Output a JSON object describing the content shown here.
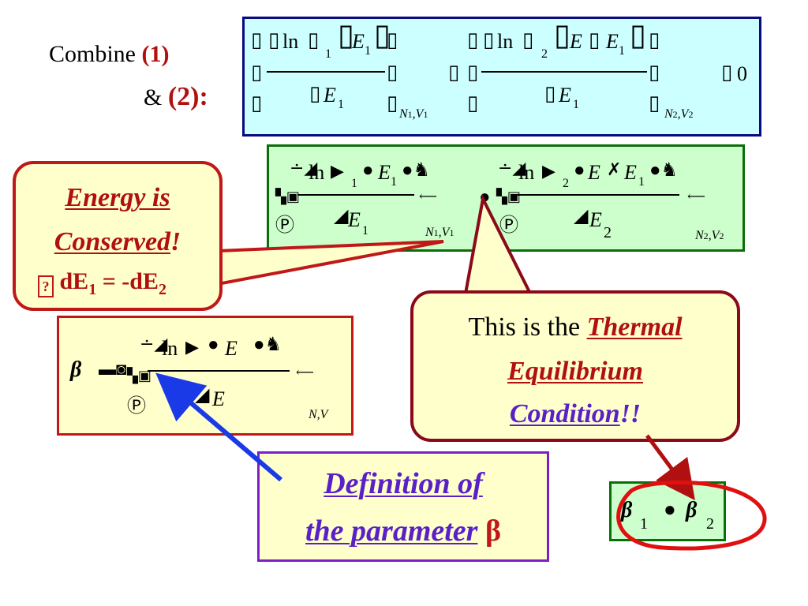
{
  "combine": {
    "word": "Combine",
    "ref1": "(1)",
    "amp": "&",
    "ref2": "(2):"
  },
  "eq_top": {
    "ln": "ln",
    "sub1": "1",
    "sub2": "2",
    "E": "E",
    "E1": "E",
    "E1_sub": "1",
    "subscript_left": "N",
    "subscript_left_1": "1",
    "subscript_left_V": ",V",
    "subscript_left_V1": "1",
    "subscript_right": "N",
    "subscript_right_2": "2",
    "subscript_right_V": ",V",
    "subscript_right_V2": "2",
    "zero": "0"
  },
  "eq_middle": {
    "ln": "ln",
    "sub1": "1",
    "sub2": "2",
    "E": "E",
    "E1_sub": "1",
    "E2_sub": "2",
    "circle_p": "Ⓟ"
  },
  "eq_beta": {
    "ln": "ln",
    "E": "E",
    "sub_NV": "N,V",
    "circle_p": "Ⓟ"
  },
  "energy_callout": {
    "line1": "Energy is",
    "line2": "Conserved",
    "bang": "!",
    "line3": "dE",
    "line3_sub": "1",
    "line3_mid": " = -dE",
    "line3_sub2": "2"
  },
  "thermal_callout": {
    "prefix": "This is the",
    "word1": "Thermal",
    "word2": "Equilibrium",
    "word3": "Condition",
    "bang": "!!"
  },
  "definition_box": {
    "line1": "Definition of",
    "line2": "the parameter",
    "beta": "β"
  },
  "beta_result": {
    "sub1": "1",
    "sub2": "2"
  },
  "colors": {
    "cyan_fill": "#ccffff",
    "green_fill": "#ccffcc",
    "yellow_fill": "#ffffcc",
    "red_accent": "#c01818",
    "purple_text": "#5a20c8",
    "blue_arrow": "#1a3ae8"
  }
}
